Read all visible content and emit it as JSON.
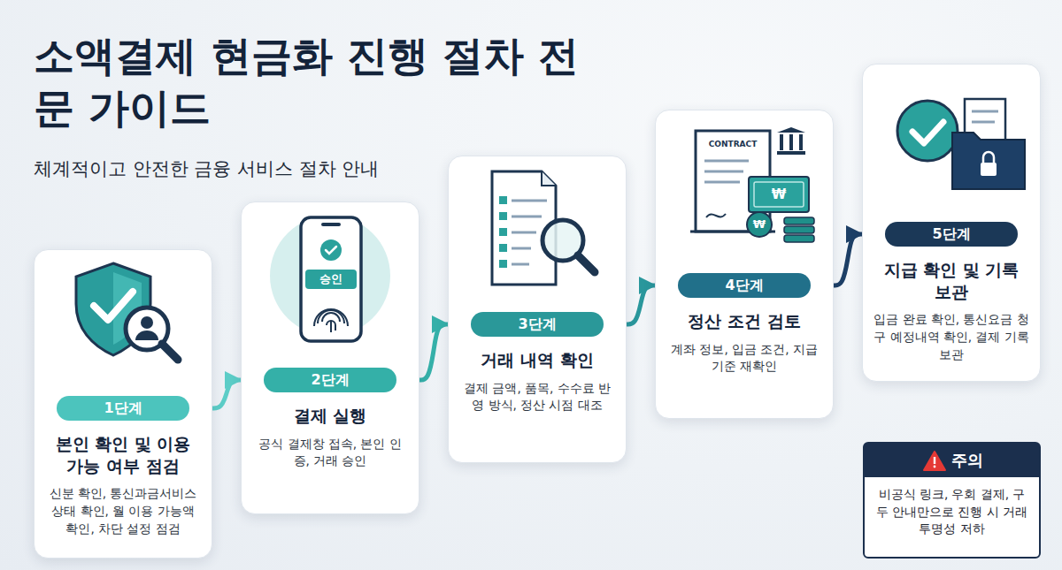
{
  "diagram": {
    "title": "소액결제 현금화 진행 절차 전문 가이드",
    "nodes": [
      {
        "text": [
          "본인 확인 및 이용 가능 여부 점검",
          "신분 확인, 통신과금서비스 상태 확인, 월 이용 가능액 확인, 차단 설정 점검"
        ]
      },
      {
        "text": [
          "1단계"
        ],
        "in": 0
      },
      {
        "text": [
          "결제 실행",
          "공식 결제창 접속, 본인 인증, 거래 승인"
        ]
      },
      {
        "text": [
          "2단계"
        ],
        "in": 2
      },
      {
        "text": [
          "거래 내역 확인",
          "결제 금액, 품목, 수수료 반영 방식, 정산 시점 대조"
        ]
      },
      {
        "text": [
          "3단계"
        ],
        "in": 4
      },
      {
        "text": [
          "정산 조건 검토",
          "계좌 정보, 입금 조건, 지급 기준 재확인"
        ]
      },
      {
        "text": [
          "4단계"
        ],
        "in": 6
      },
      {
        "text": [
          "지급 확인 및 기록 보관",
          "입금 완료 확인, 통신요금 청구 예정내역 확인, 결제 기록 보관"
        ]
      },
      {
        "text": [
          "5단계"
        ],
        "in": 8
      },
      {
        "text": [
          "주의",
          "비공식 링크, 우회 결제, 구두 안내만으로 진행 시 거래 투명성 저하"
        ]
      }
    ],
    "edges": [
      {
        "from": 0,
        "to": 2,
        "arrow": "to"
      },
      {
        "from": 2,
        "to": 4,
        "arrow": "to"
      },
      {
        "from": 4,
        "to": 6,
        "arrow": "to"
      },
      {
        "from": 6,
        "to": 8,
        "arrow": "to"
      }
    ],
    "labels": [
      "체계적이고 안전한 금융 서비스 절차 안내",
      "승인",
      "CONTRACT",
      "₩",
      "₩"
    ]
  }
}
